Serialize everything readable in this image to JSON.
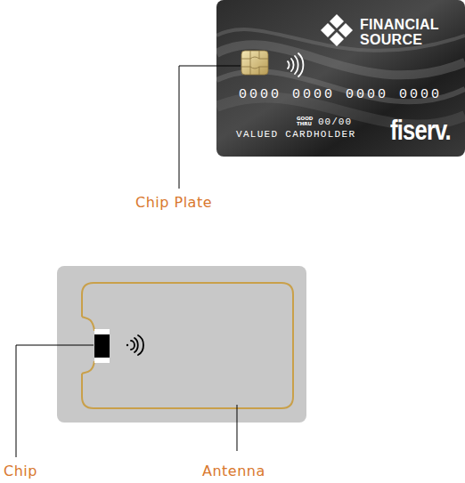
{
  "diagram": {
    "nodes": [
      {
        "text": [
          "FINANCIAL SOURCE",
          "0000 0000 0000 0000",
          "GOOD THRU",
          "00/00",
          "VALUED CARDHOLDER",
          "fiserv."
        ]
      }
    ],
    "labels": [
      "Chip Plate",
      "Chip",
      "Antenna"
    ]
  }
}
